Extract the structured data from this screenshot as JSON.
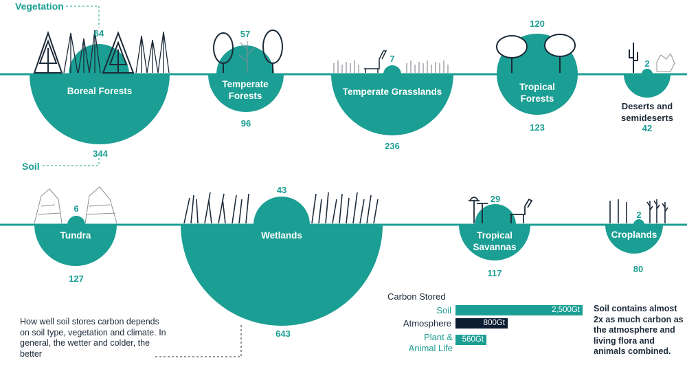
{
  "colors": {
    "teal": "#1b9e93",
    "navy": "#0d1e33",
    "text": "#1c2a39"
  },
  "legend": {
    "vegetation_label": "Vegetation",
    "soil_label": "Soil"
  },
  "biomes": [
    {
      "name": "Boreal Forests",
      "vegetation": 64,
      "soil": 344,
      "icon": "conifer-trees-icon"
    },
    {
      "name": "Temperate Forests",
      "vegetation": 57,
      "soil": 96,
      "icon": "deciduous-trees-icon"
    },
    {
      "name": "Temperate Grasslands",
      "vegetation": 7,
      "soil": 236,
      "icon": "grass-goat-icon"
    },
    {
      "name": "Tropical Forests",
      "vegetation": 120,
      "soil": 123,
      "icon": "tropical-trees-icon"
    },
    {
      "name": "Deserts and semideserts",
      "vegetation": 2,
      "soil": 42,
      "icon": "cactus-icon"
    },
    {
      "name": "Tundra",
      "vegetation": 6,
      "soil": 127,
      "icon": "shrub-icon"
    },
    {
      "name": "Wetlands",
      "vegetation": 43,
      "soil": 643,
      "icon": "reeds-icon"
    },
    {
      "name": "Tropical Savannas",
      "vegetation": 29,
      "soil": 117,
      "icon": "savanna-goat-icon"
    },
    {
      "name": "Croplands",
      "vegetation": 2,
      "soil": 80,
      "icon": "crops-icon"
    }
  ],
  "carbon_stored": {
    "title": "Carbon Stored",
    "items": [
      {
        "label": "Soil",
        "value": "2,500Gt"
      },
      {
        "label": "Atmosphere",
        "value": "800Gt"
      },
      {
        "label": "Plant & Animal Life",
        "value": "560Gt"
      }
    ]
  },
  "notes": {
    "left": "How well soil stores carbon depends on soil type, vegetation and climate. In general, the wetter and colder, the better",
    "right": "Soil contains almost 2x as much carbon as the atmosphere and living flora and animals combined."
  }
}
